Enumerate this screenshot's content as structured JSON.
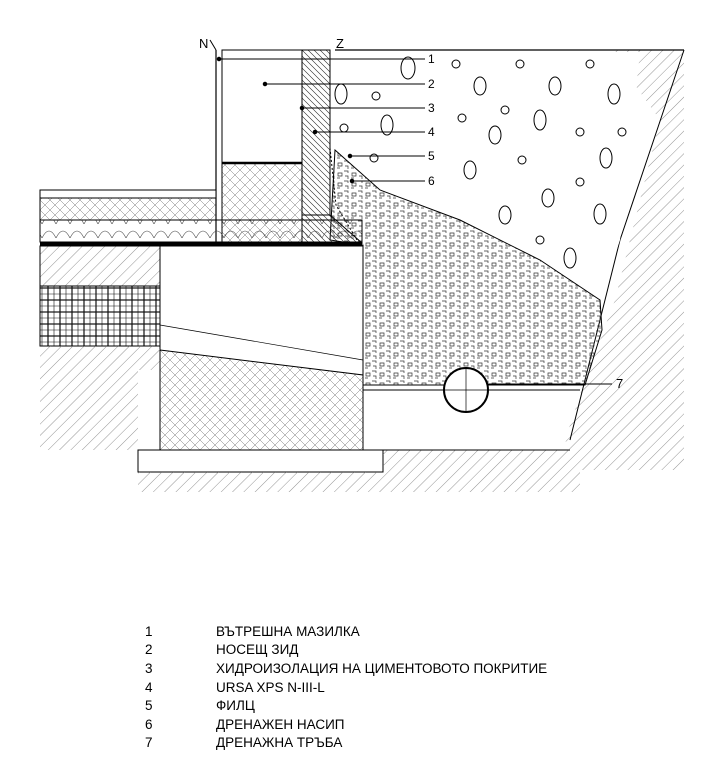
{
  "diagram": {
    "axis_labels": {
      "left": "N",
      "right": "Z"
    },
    "callouts": [
      "1",
      "2",
      "3",
      "4",
      "5",
      "6",
      "7"
    ],
    "colors": {
      "line": "#000000",
      "hatch": "#555555",
      "background": "#ffffff"
    }
  },
  "legend": [
    {
      "number": "1",
      "text": "ВЪТРЕШНА МАЗИЛКА"
    },
    {
      "number": "2",
      "text": "НОСЕЩ ЗИД"
    },
    {
      "number": "3",
      "text": "ХИДРОИЗОЛАЦИЯ НА ЦИМЕНТОВОТО ПОКРИТИЕ"
    },
    {
      "number": "4",
      "text": "URSA XPS N-III-L"
    },
    {
      "number": "5",
      "text": "ФИЛЦ"
    },
    {
      "number": "6",
      "text": "ДРЕНАЖЕН НАСИП"
    },
    {
      "number": "7",
      "text": "ДРЕНАЖНА ТРЪБА"
    }
  ]
}
